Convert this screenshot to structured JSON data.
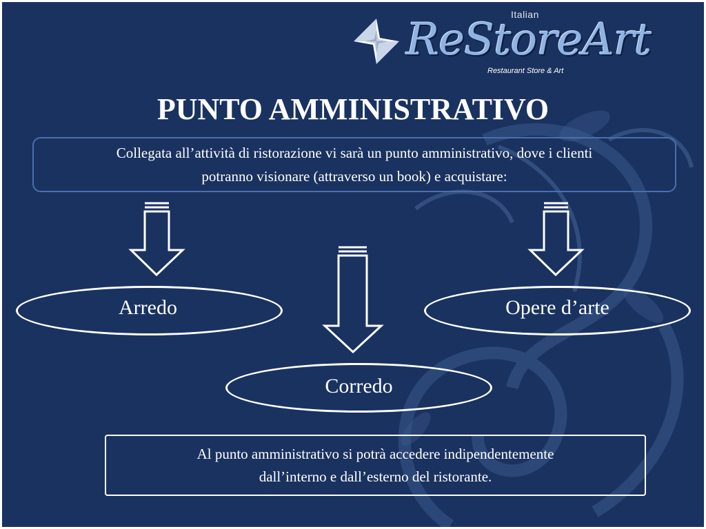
{
  "logo": {
    "top_label": "Italian",
    "wordmark": "ReStoreArt",
    "tagline": "Restaurant  Store & Art"
  },
  "title": "PUNTO AMMINISTRATIVO",
  "intro": {
    "line1": "Collegata all’attività di ristorazione vi sarà un punto amministrativo, dove i clienti",
    "line2": "potranno visionare (attraverso un book) e acquistare:"
  },
  "categories": {
    "arredo": "Arredo",
    "opere": "Opere d’arte",
    "corredo": "Corredo"
  },
  "footer": {
    "line1": "Al punto amministrativo si potrà accedere indipendentemente",
    "line2": "dall’interno e  dall’esterno del  ristorante."
  },
  "colors": {
    "background": "#1a3260",
    "intro_border": "#4a6fb0",
    "logo_text": "#8fb2e3",
    "foreground": "#ffffff"
  }
}
